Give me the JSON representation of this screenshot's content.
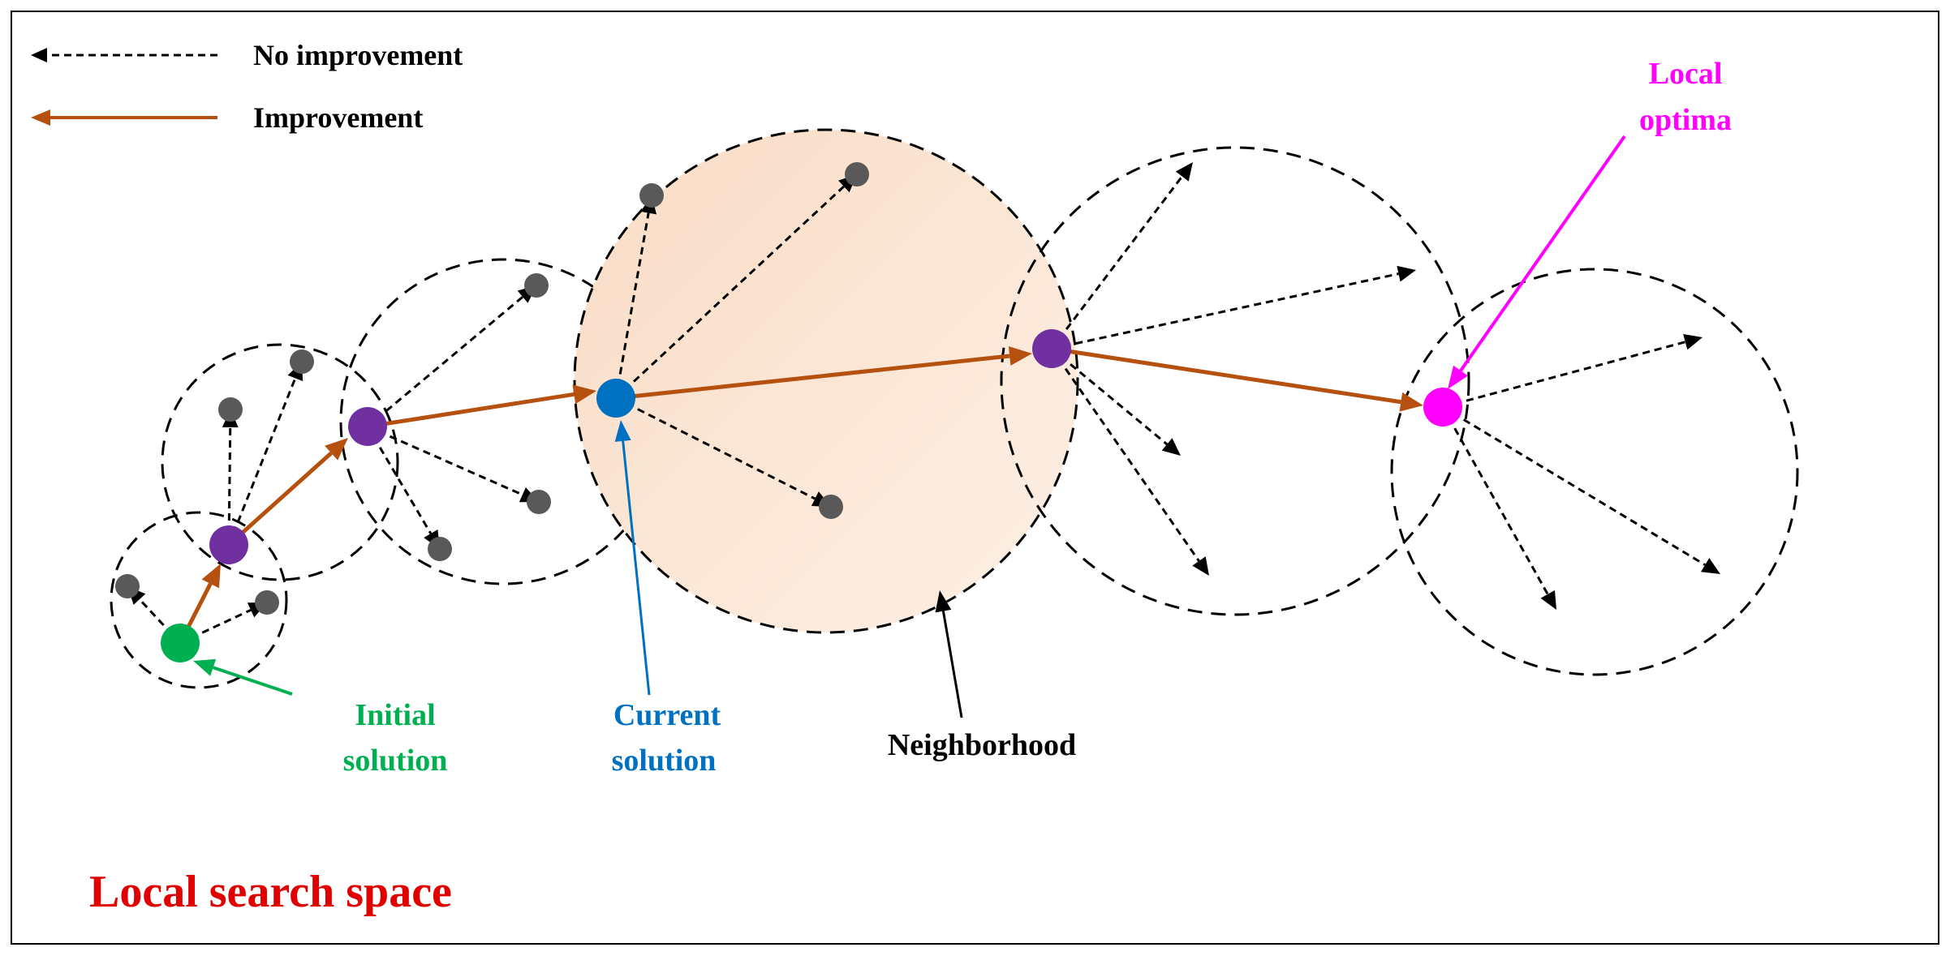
{
  "legend": {
    "no_improvement": "No improvement",
    "improvement": "Improvement"
  },
  "labels": {
    "initial_line1": "Initial",
    "initial_line2": "solution",
    "current_line1": "Current",
    "current_line2": "solution",
    "neighborhood": "Neighborhood",
    "local_line1": "Local",
    "local_line2": "optima",
    "search_space": "Local search space"
  },
  "colors": {
    "improvement_arrow": "#b5500f",
    "no_improvement_arrow": "#000000",
    "initial": "#00b050",
    "intermediate": "#7030a0",
    "current": "#0070c0",
    "local_optima": "#ff00ff",
    "neighbor_point": "#595959",
    "neighborhood_fill": "#fbe5d6",
    "title": "#e00000"
  }
}
